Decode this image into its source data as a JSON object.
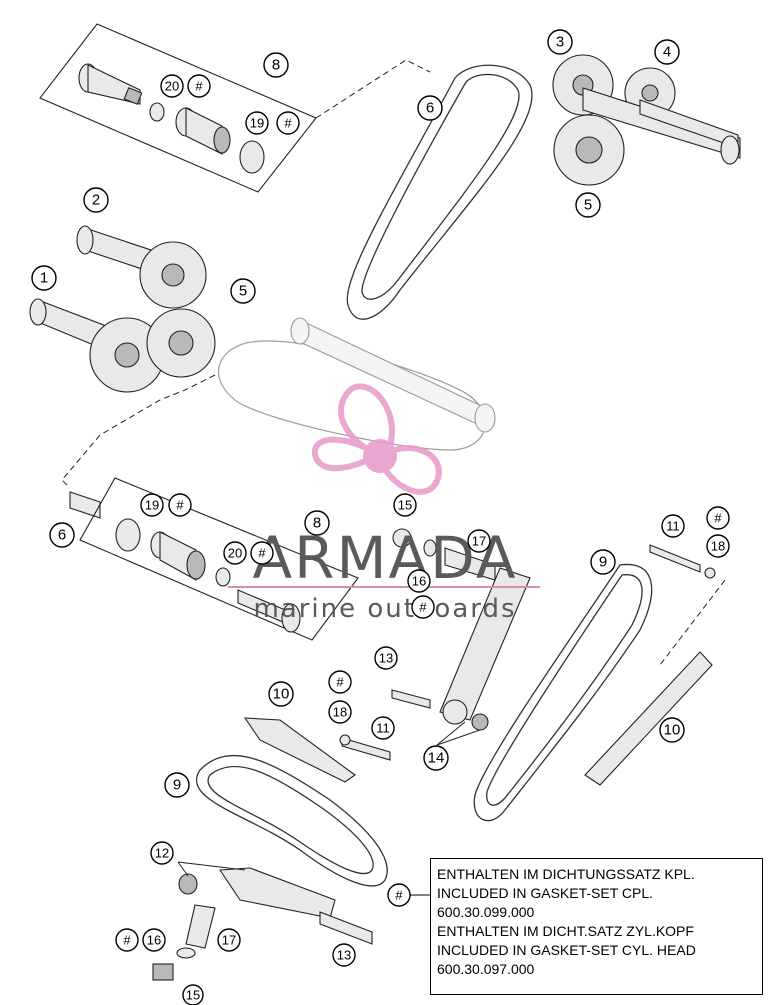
{
  "watermark": {
    "brand": "ARMADA",
    "tagline": "marine outboards",
    "logo_color": "#e79ac8"
  },
  "callouts": {
    "c1": "1",
    "c2": "2",
    "c3": "3",
    "c4": "4",
    "c5a": "5",
    "c5b": "5",
    "c6a": "6",
    "c6b": "6",
    "c8a": "8",
    "c8b": "8",
    "c9a": "9",
    "c9b": "9",
    "c10a": "10",
    "c10b": "10",
    "c11a": "11",
    "c11b": "11",
    "c12": "12",
    "c13a": "13",
    "c13b": "13",
    "c14": "14",
    "c15a": "15",
    "c15b": "15",
    "c16a": "16",
    "c16b": "16",
    "c17a": "17",
    "c17b": "17",
    "c18a": "18",
    "c18b": "18",
    "c19a": "19",
    "c19b": "19",
    "c20a": "20",
    "c20b": "20",
    "hash": "#"
  },
  "notice": {
    "line1": "ENTHALTEN IM DICHTUNGSSATZ KPL.",
    "line2": "INCLUDED IN GASKET-SET CPL.",
    "line3": "600.30.099.000",
    "line4": "ENTHALTEN IM DICHT.SATZ ZYL.KOPF",
    "line5": "INCLUDED IN GASKET-SET CYL. HEAD",
    "line6": "600.30.097.000"
  }
}
